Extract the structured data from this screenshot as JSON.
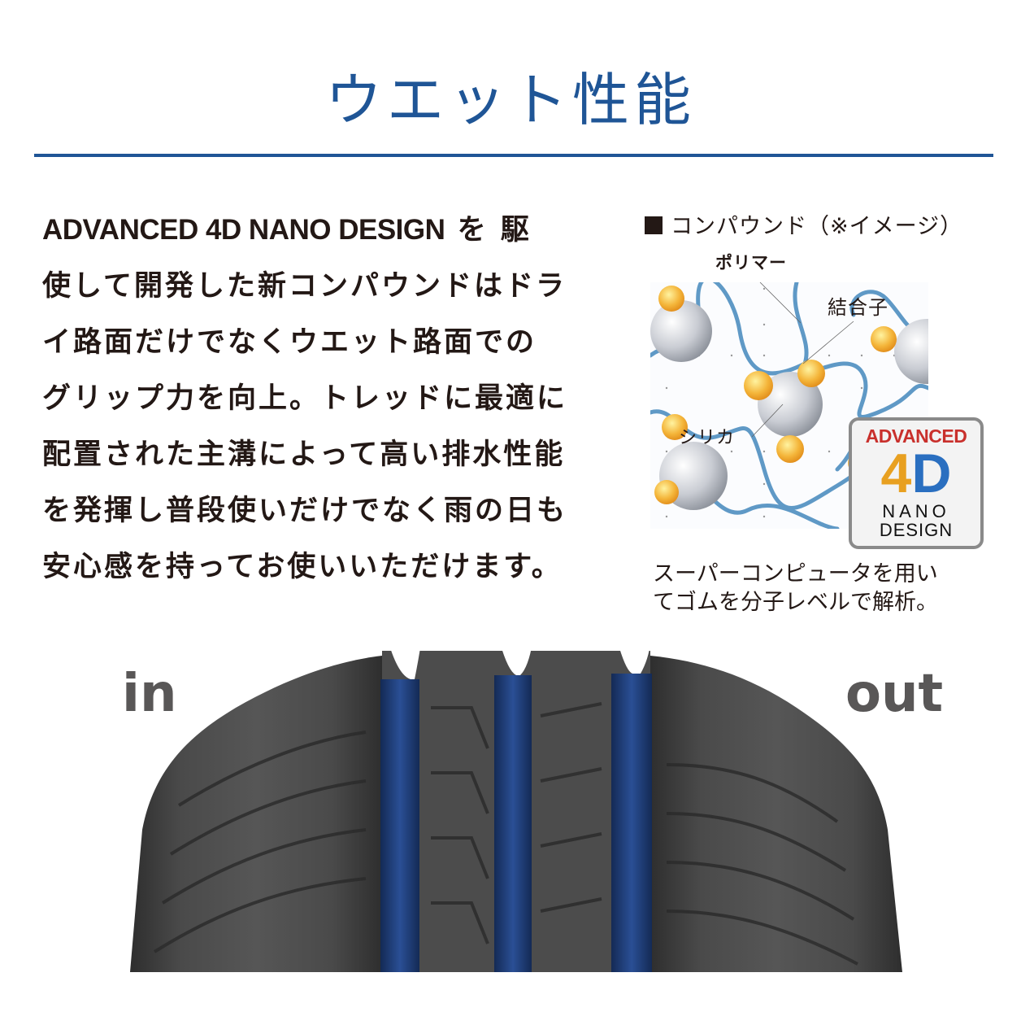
{
  "header": {
    "title": "ウエット性能",
    "accent_color": "#1f5596"
  },
  "description": {
    "lines": [
      {
        "latin": "ADVANCED 4D NANO DESIGN",
        "jp": " を 駆"
      },
      {
        "text": "使して開発した新コンパウンドはドラ"
      },
      {
        "text": "イ路面だけでなくウエット路面での"
      },
      {
        "text": "グリップ力を向上。トレッドに最適に"
      },
      {
        "text": "配置された主溝によって高い排水性能"
      },
      {
        "text": "を発揮し普段使いだけでなく雨の日も"
      },
      {
        "text": "安心感を持ってお使いいただけます。"
      }
    ]
  },
  "compound": {
    "heading": "コンパウンド（※イメージ）",
    "labels": {
      "polymer": "ポリマー",
      "coupling_agent": "結合子",
      "silica": "シリカ"
    },
    "badge": {
      "top": "ADVANCED",
      "digit": "4",
      "letter": "D",
      "nano": "NANO",
      "design": "DESIGN"
    },
    "caption": [
      "スーパーコンピュータを用い",
      "てゴムを分子レベルで解析。"
    ]
  },
  "tread": {
    "in_label": "in",
    "out_label": "out",
    "groove_color": "#1e3f7a",
    "rubber_color": "#4a4a4a"
  }
}
